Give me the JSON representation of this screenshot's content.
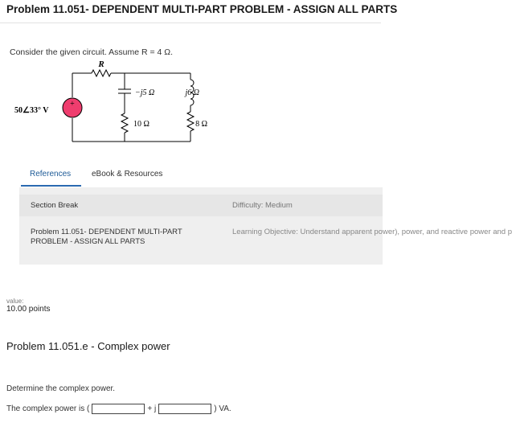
{
  "header": {
    "title": "Problem 11.051- DEPENDENT MULTI-PART PROBLEM - ASSIGN ALL PARTS"
  },
  "question": {
    "prompt": "Consider the given circuit. Assume R = 4 Ω."
  },
  "circuit": {
    "resistor_label": "R",
    "source_label": "50∠33° V",
    "source_sign": "+",
    "capacitor_label": "−j5 Ω",
    "inductor_label": "j6 Ω",
    "resistor_mid_label": "10 Ω",
    "resistor_right_label": "8 Ω"
  },
  "tabs": {
    "references": "References",
    "ebook": "eBook & Resources"
  },
  "panel": {
    "section_break": "Section Break",
    "difficulty": "Difficulty: Medium",
    "problem_name": "Problem 11.051- DEPENDENT MULTI-PART PROBLEM - ASSIGN ALL PARTS",
    "learning_objective": "Learning Objective: Understand apparent power), power, and reactive power and p"
  },
  "value": {
    "label": "value:",
    "points": "10.00 points"
  },
  "subproblem": {
    "title": "Problem 11.051.e - Complex power",
    "determine": "Determine the complex power.",
    "answer_prefix": "The complex power is (",
    "answer_plus": "+ j",
    "answer_suffix": ") VA.",
    "real_value": "",
    "imag_value": ""
  }
}
